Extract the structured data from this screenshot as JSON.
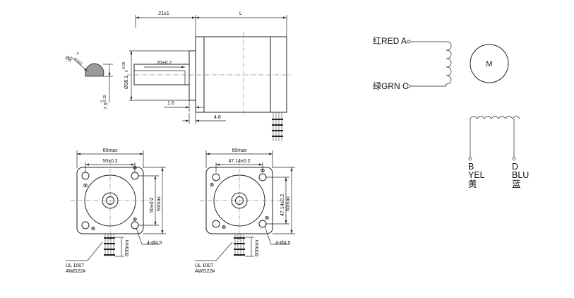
{
  "side_view": {
    "dim_flange_width": "21±1",
    "dim_length": "L",
    "dim_shaft_length": "20±0.2",
    "dim_boss_diameter_main": "Ø38.1",
    "dim_boss_diameter_tol": "0\n-0.05",
    "dim_boss_height": "1.6",
    "dim_flange_thickness": "4.8"
  },
  "shaft_section": {
    "dim_diameter_main": "Ø8",
    "dim_diameter_tol_upper": "0",
    "dim_diameter_tol_lower": "-0.015",
    "dim_flat_main": "7.5",
    "dim_flat_tol_upper": "0",
    "dim_flat_tol_lower": "-0.15"
  },
  "front_view_left": {
    "dim_width_max": "60max",
    "dim_hole_spacing_h": "50±0.2",
    "dim_hole_spacing_v": "50±0.2",
    "dim_height_max": "60max",
    "dim_lead_length": "600mm",
    "dim_holes": "4-Ø4.5",
    "cable_spec_1": "UL 1007",
    "cable_spec_2": "AWG22#"
  },
  "front_view_right": {
    "dim_width_max": "60max",
    "dim_hole_spacing_h": "47.14±0.2",
    "dim_hole_spacing_v": "47.14±0.2",
    "dim_height_max": "60max",
    "dim_lead_length": "600mm",
    "dim_holes": "4-Ø4.5",
    "cable_spec_1": "UL 1007",
    "cable_spec_2": "AWG22#"
  },
  "wiring": {
    "wire_a_label": "红RED A",
    "wire_c_label": "绿GRN C",
    "motor_symbol": "M",
    "wire_b_letter": "B",
    "wire_b_color": "YEL",
    "wire_b_cn": "黄",
    "wire_d_letter": "D",
    "wire_d_color": "BLU",
    "wire_d_cn": "蓝"
  }
}
